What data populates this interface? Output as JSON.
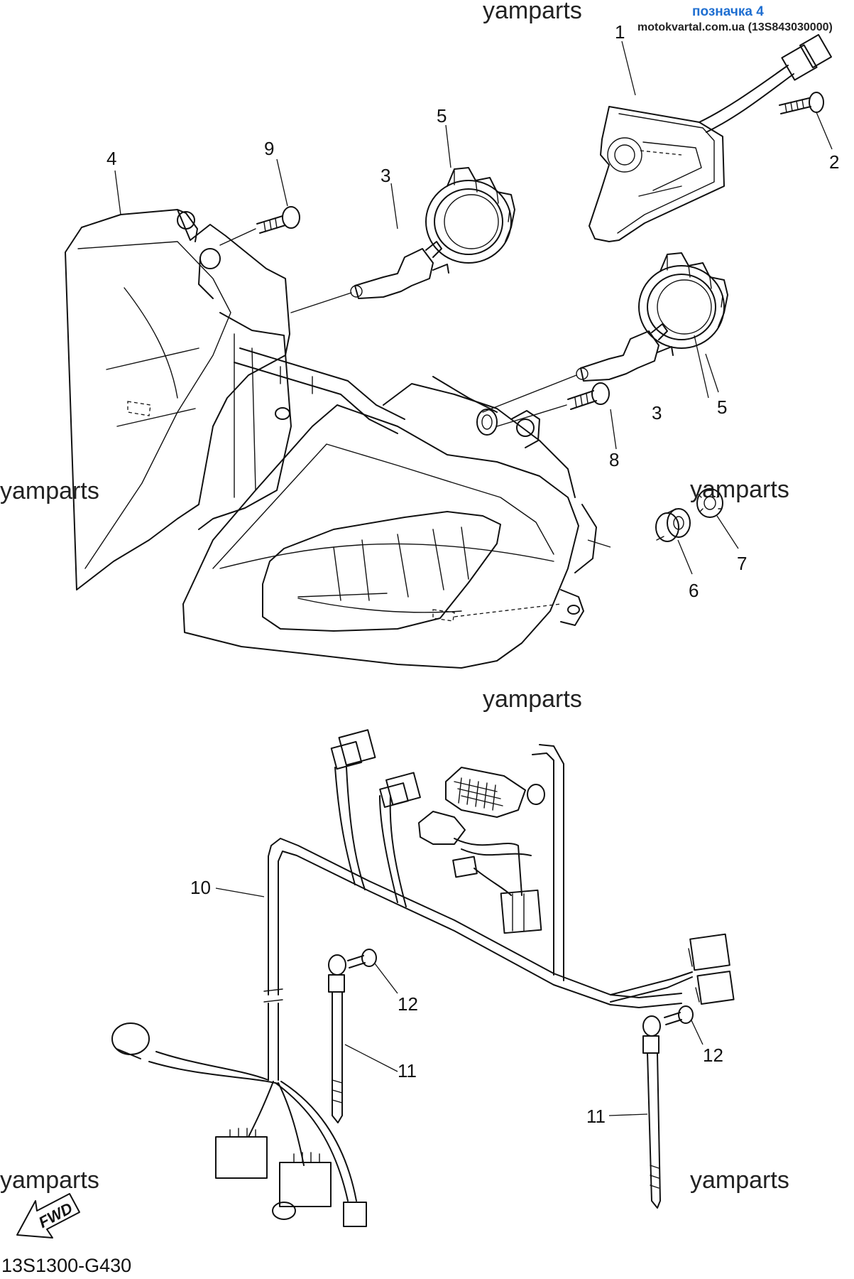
{
  "header": {
    "tag": "позначка 4",
    "source": "motokvartal.com.ua (13S843030000)"
  },
  "watermarks": [
    "yamparts",
    "yamparts",
    "yamparts",
    "yamparts",
    "yamparts",
    "yamparts"
  ],
  "callouts": [
    "1",
    "2",
    "3",
    "3",
    "4",
    "5",
    "5",
    "6",
    "7",
    "8",
    "9",
    "10",
    "11",
    "11",
    "12",
    "12"
  ],
  "footer": {
    "diagram_code": "13S1300-G430",
    "direction_label": "FWD"
  }
}
